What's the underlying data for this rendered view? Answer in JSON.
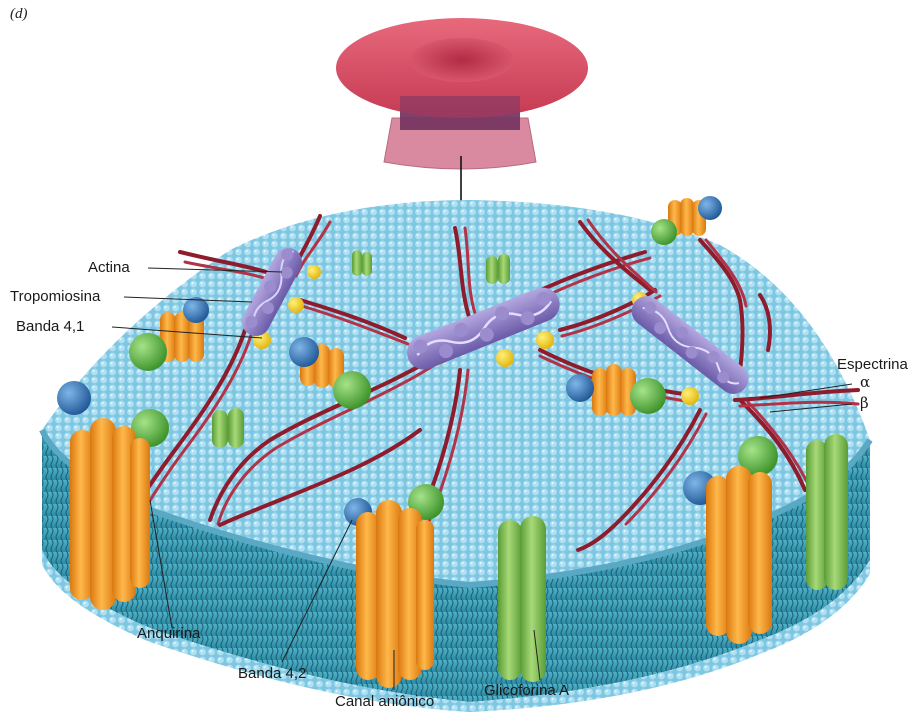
{
  "panel_letter": "(d)",
  "labels": {
    "actina": "Actina",
    "tropomiosina": "Tropomiosina",
    "banda41": "Banda 4,1",
    "espectrina": "Espectrina",
    "alpha": "α",
    "beta": "β",
    "anquirina": "Anquirina",
    "banda42": "Banda 4,2",
    "canal": "Canal aniônico",
    "glicoforina": "Glicoforina A"
  },
  "colors": {
    "membrane_heads": "#8fd0ea",
    "membrane_side": "#3e9fb8",
    "spectrin": "#8e1c2c",
    "actin": "#8e7ec2",
    "band41": "#f2cf1a",
    "anion_channel": "#f39a1e",
    "glycophorin": "#7cc04f",
    "band42_ankyrin_sphere": "#2f6fb1",
    "green_sphere": "#55b83a",
    "red_cell": "#d9475e"
  }
}
